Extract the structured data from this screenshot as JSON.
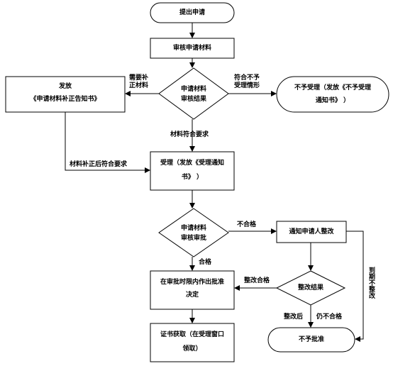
{
  "nodes": {
    "start": "提出申请",
    "review_materials": "审核申请材料",
    "review_result_line1": "申请材料",
    "review_result_line2": "审核结果",
    "issue_notice_line1": "发放",
    "issue_notice_line2": "《申请材料补正告知书》",
    "not_accept_line1": "不予受理（发放《不予受理",
    "not_accept_line2": "通知书》 ）",
    "accept_line1": "受理（发放《受理通知",
    "accept_line2": "书》 ）",
    "approval_line1": "申请材料",
    "approval_line2": "审核审批",
    "notify_rectify": "通知申请人整改",
    "decision_line1": "在审批时限内作出批准",
    "decision_line2": "决定",
    "rectify_result": "整改结果",
    "certificate_line1": "证书获取（在受理窗口",
    "certificate_line2": "领取）",
    "not_approve": "不予批准"
  },
  "edges": {
    "need_supplement_line1": "需要补",
    "need_supplement_line2": "正材料",
    "not_qualify_line1": "符合不予",
    "not_qualify_line2": "受理情形",
    "materials_ok": "材料符合要求",
    "supplement_ok": "材料补正后符合要求",
    "fail": "不合格",
    "pass": "合格",
    "rectify_pass": "整改合格",
    "after_rectify": "整改后",
    "still_fail": "仍不合格",
    "overdue": "到期不整改"
  }
}
